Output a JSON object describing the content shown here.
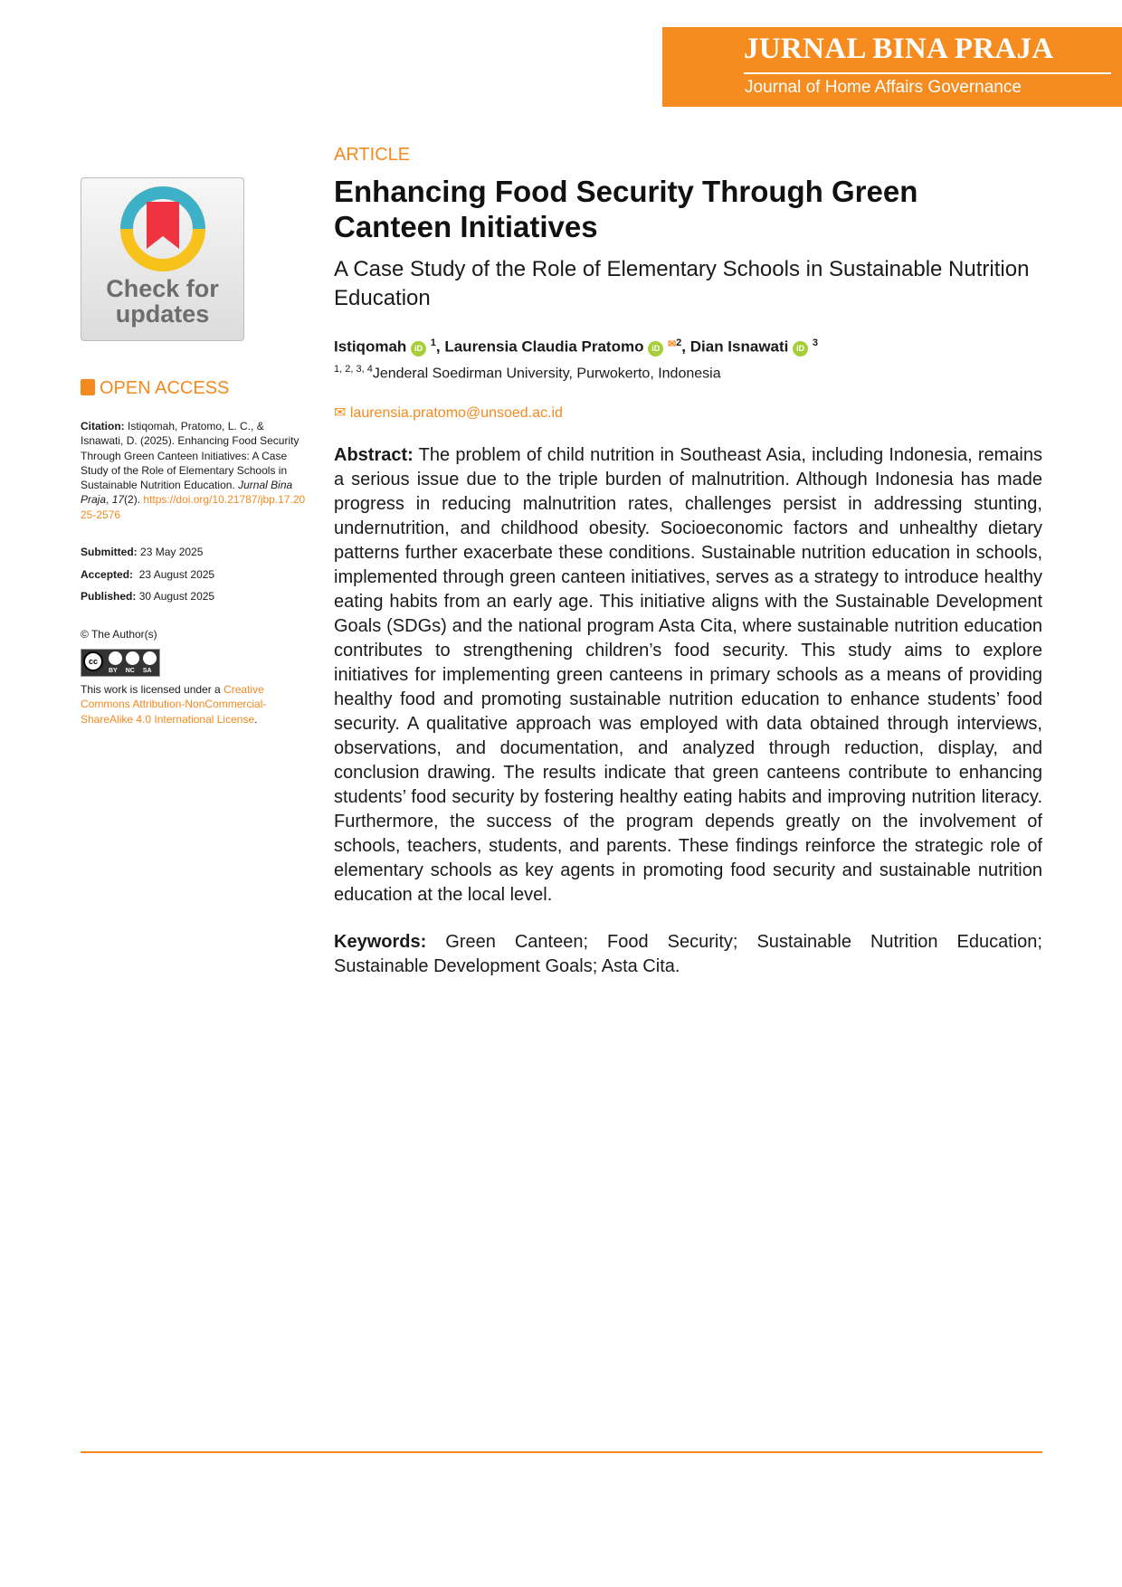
{
  "header": {
    "journal_name": "JURNAL BINA PRAJA",
    "journal_subtitle": "Journal of Home Affairs Governance"
  },
  "badge": {
    "label": "Check for updates"
  },
  "sidebar": {
    "open_access": "OPEN ACCESS",
    "citation_label": "Citation:",
    "citation_text": "Istiqomah, Pratomo, L. C., & Isnawati, D. (2025). Enhancing Food Security Through Green Canteen Initiatives: A Case Study of the Role of Elementary Schools in Sustainable Nutrition Education.",
    "citation_journal": "Jurnal Bina Praja",
    "citation_volume": "17",
    "citation_issue": "(2).",
    "citation_doi": "https://doi.org/10.21787/jbp.17.2025-2576",
    "submitted_label": "Submitted:",
    "submitted": "23 May 2025",
    "accepted_label": "Accepted:",
    "accepted": "23 August 2025",
    "published_label": "Published:",
    "published": "30 August 2025",
    "copyright": "© The Author(s)",
    "cc_labels": [
      "BY",
      "NC",
      "SA"
    ],
    "license_prefix": "This work is licensed under a",
    "license_link": "Creative Commons Attribution-NonCommercial-ShareAlike 4.0 International License",
    "license_suffix": "."
  },
  "article": {
    "type": "ARTICLE",
    "title": "Enhancing Food Security Through Green Canteen Initiatives",
    "subtitle": "A Case Study of the Role of Elementary Schools in Sustainable Nutrition Education",
    "authors": [
      {
        "name": "Istiqomah",
        "sup": "1"
      },
      {
        "name": "Laurensia Claudia Pratomo",
        "sup": "2"
      },
      {
        "name": "Dian Isnawati",
        "sup": "3"
      }
    ],
    "orcid_label": "iD",
    "affiliation_sup": "1, 2, 3, 4",
    "affiliation": "Jenderal Soedirman University, Purwokerto, Indonesia",
    "email": "laurensia.pratomo@unsoed.ac.id",
    "abstract_label": "Abstract:",
    "abstract": "The problem of child nutrition in Southeast Asia, including Indonesia, remains a serious issue due to the triple burden of malnutrition. Although Indonesia has made progress in reducing malnutrition rates, challenges persist in addressing stunting, undernutrition, and childhood obesity. Socioeconomic factors and unhealthy dietary patterns further exacerbate these conditions. Sustainable nutrition education in schools, implemented through green canteen initiatives, serves as a strategy to introduce healthy eating habits from an early age. This initiative aligns with the Sustainable Development Goals (SDGs) and the national program Asta Cita, where sustainable nutrition education contributes to strengthening children’s food security. This study aims to explore initiatives for implementing green canteens in primary schools as a means of providing healthy food and promoting sustainable nutrition education to enhance students’ food security. A qualitative approach was employed with data obtained through interviews, observations, and documentation, and analyzed through reduction, display, and conclusion drawing. The results indicate that green canteens contribute to enhancing students’ food security by fostering healthy eating habits and improving nutrition literacy. Furthermore, the success of the program depends greatly on the involvement of schools, teachers, students, and parents. These findings reinforce the strategic role of elementary schools as key agents in promoting food security and sustainable nutrition education at the local level.",
    "keywords_label": "Keywords:",
    "keywords": "Green Canteen; Food Security; Sustainable Nutrition Education; Sustainable Development Goals; Asta Cita."
  }
}
